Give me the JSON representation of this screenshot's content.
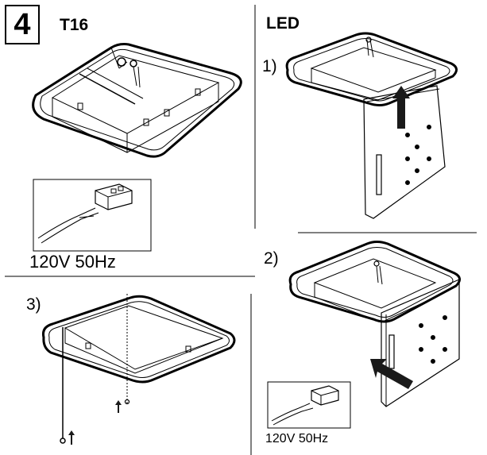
{
  "step_number": "4",
  "panels": {
    "t16": {
      "title": "T16",
      "voltage": "120V  50Hz"
    },
    "led": {
      "title": "LED",
      "step1": "1)",
      "step2": "2)",
      "voltage": "120V  50Hz"
    },
    "bottom_left": {
      "step3": "3)"
    }
  },
  "colors": {
    "line": "#000000",
    "arrow": "#1a1a1a",
    "background": "#ffffff"
  },
  "icons": [
    "up-arrow-icon",
    "diagonal-arrow-icon"
  ]
}
